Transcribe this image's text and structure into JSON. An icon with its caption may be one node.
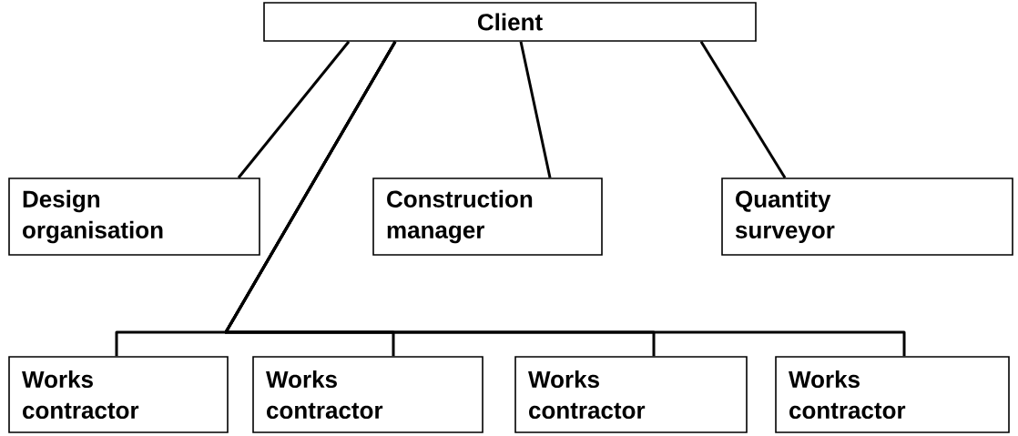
{
  "diagram": {
    "nodes": [
      {
        "text": [
          "Client"
        ]
      },
      {
        "text": [
          "Design organisation"
        ]
      },
      {
        "text": [
          "Construction manager"
        ]
      },
      {
        "text": [
          "Quantity surveyor"
        ]
      },
      {
        "text": [
          "Works contractor"
        ]
      },
      {
        "text": [
          "Works contractor"
        ]
      },
      {
        "text": [
          "Works contractor"
        ]
      },
      {
        "text": [
          "Works contractor"
        ]
      }
    ],
    "edges": [
      {
        "from": 0,
        "to": 1,
        "arrow": "none"
      },
      {
        "from": 0,
        "to": 2,
        "arrow": "none"
      },
      {
        "from": 0,
        "to": 3,
        "arrow": "none"
      },
      {
        "from": 0,
        "to": 4,
        "arrow": "none"
      },
      {
        "from": 0,
        "to": 5,
        "arrow": "none"
      },
      {
        "from": 0,
        "to": 6,
        "arrow": "none"
      },
      {
        "from": 0,
        "to": 7,
        "arrow": "none"
      }
    ]
  }
}
